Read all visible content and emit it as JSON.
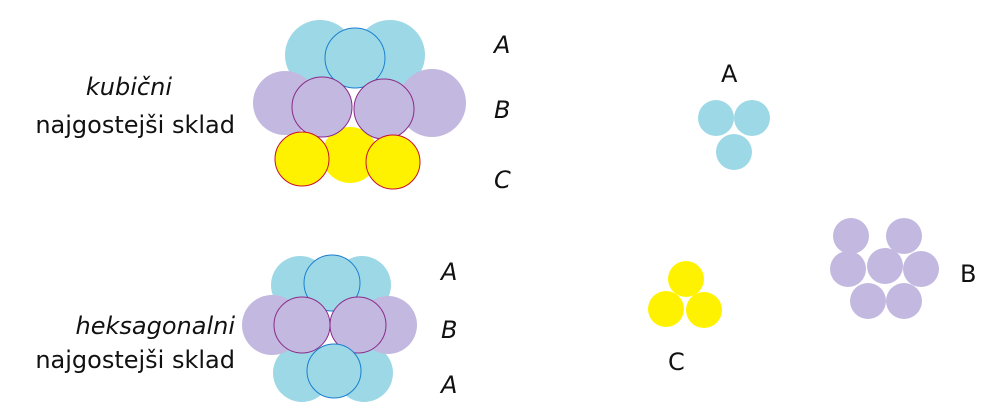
{
  "colors": {
    "blue": "#9dd8e6",
    "purple": "#c3b8df",
    "yellow": "#fff200",
    "blue_stroke": "#1a7fd0",
    "purple_stroke": "#8a2a8a",
    "yellow_stroke": "#c8102e"
  },
  "ccp": {
    "title_italic": "kubični",
    "title": "najgostejši sklad",
    "layers": [
      "A",
      "B",
      "C"
    ]
  },
  "hcp": {
    "title_italic": "heksagonalni",
    "title": "najgostejši sklad",
    "layers": [
      "A",
      "B",
      "A"
    ]
  },
  "groups": {
    "a_label": "A",
    "b_label": "B",
    "c_label": "C"
  }
}
